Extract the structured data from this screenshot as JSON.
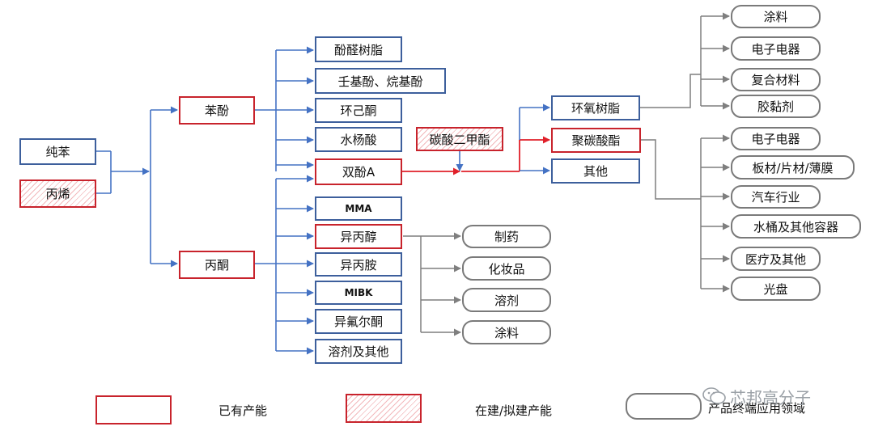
{
  "inputs": {
    "benzene": "纯苯",
    "propylene": "丙烯"
  },
  "intermediates": {
    "phenol": "苯酚",
    "acetone": "丙酮",
    "dmc": "碳酸二甲酯"
  },
  "phenol_products": [
    "酚醛树脂",
    "壬基酚、烷基酚",
    "环己酮",
    "水杨酸",
    "双酚A"
  ],
  "acetone_products": [
    "MMA",
    "异丙醇",
    "异丙胺",
    "MIBK",
    "异氟尔酮",
    "溶剂及其他"
  ],
  "bpa_products": [
    "环氧树脂",
    "聚碳酸酯",
    "其他"
  ],
  "ipa_uses": [
    "制药",
    "化妆品",
    "溶剂",
    "涂料"
  ],
  "epoxy_uses": [
    "涂料",
    "电子电器",
    "复合材料",
    "胶黏剂"
  ],
  "pc_uses": [
    "电子电器",
    "板材/片材/薄膜",
    "汽车行业",
    "水桶及其他容器",
    "医疗及其他",
    "光盘"
  ],
  "legend": {
    "existing": "已有产能",
    "planned": "在建/拟建产能",
    "end_use": "产品终端应用领域"
  },
  "watermark": "芯邦高分子",
  "colors": {
    "blue_arrow": "#4472c4",
    "red_line": "#e0202a",
    "gray_line": "#7f7f7f"
  }
}
